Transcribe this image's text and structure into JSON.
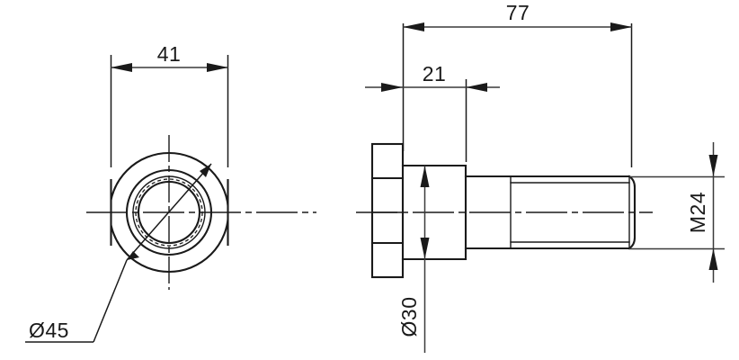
{
  "drawing": {
    "title": "Bolt / Flanged Screw Technical Drawing",
    "background_color": "#ffffff",
    "line_color": "#1a1a1a",
    "dimension_color": "#3a3a3a"
  },
  "dimensions": {
    "across_flats": {
      "label": "41",
      "name": "across-flats-width",
      "view": "front",
      "orientation": "horizontal",
      "value": 41,
      "unit": "mm"
    },
    "outer_diameter": {
      "label": "Ø45",
      "name": "outer-diameter",
      "view": "front",
      "orientation": "leader",
      "value": 45,
      "unit": "mm"
    },
    "overall_length": {
      "label": "77",
      "name": "overall-length",
      "view": "side",
      "orientation": "horizontal",
      "value": 77,
      "unit": "mm"
    },
    "shoulder_length": {
      "label": "21",
      "name": "shoulder-length",
      "view": "side",
      "orientation": "horizontal",
      "value": 21,
      "unit": "mm"
    },
    "shoulder_diameter": {
      "label": "Ø30",
      "name": "shoulder-diameter",
      "view": "side",
      "orientation": "vertical-rotated",
      "value": 30,
      "unit": "mm"
    },
    "thread_size": {
      "label": "M24",
      "name": "thread-designation",
      "view": "side",
      "orientation": "vertical-rotated",
      "value": 24,
      "unit": "mm"
    }
  },
  "views": {
    "front_view": {
      "name": "front-view-circles",
      "description": "End view showing concentric circles with two flats"
    },
    "side_view": {
      "name": "side-view-profile",
      "description": "Longitudinal section showing head, shoulder and threaded shank"
    }
  }
}
